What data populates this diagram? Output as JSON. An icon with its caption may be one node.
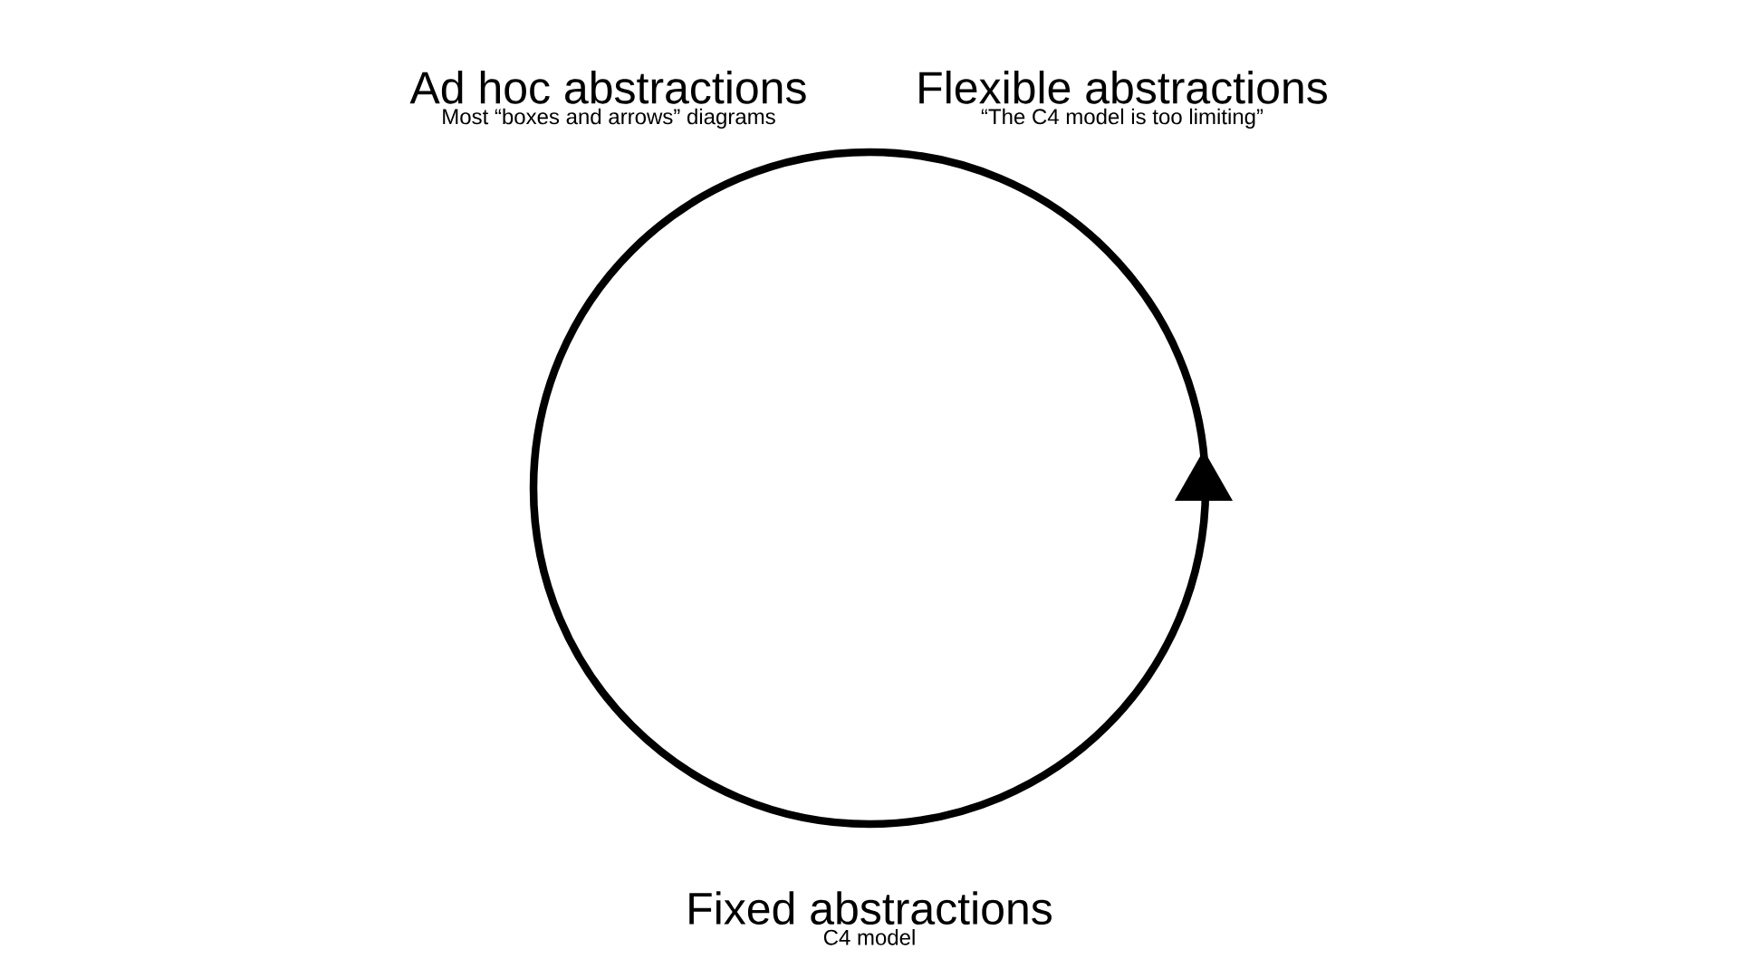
{
  "diagram": {
    "nodes": [
      {
        "text": [
          "Ad hoc abstractions",
          "Most “boxes and arrows” diagrams"
        ]
      },
      {
        "text": [
          "Flexible abstractions",
          "“The C4 model is too limiting”"
        ]
      },
      {
        "text": [
          "Fixed abstractions",
          "C4 model"
        ]
      }
    ]
  }
}
